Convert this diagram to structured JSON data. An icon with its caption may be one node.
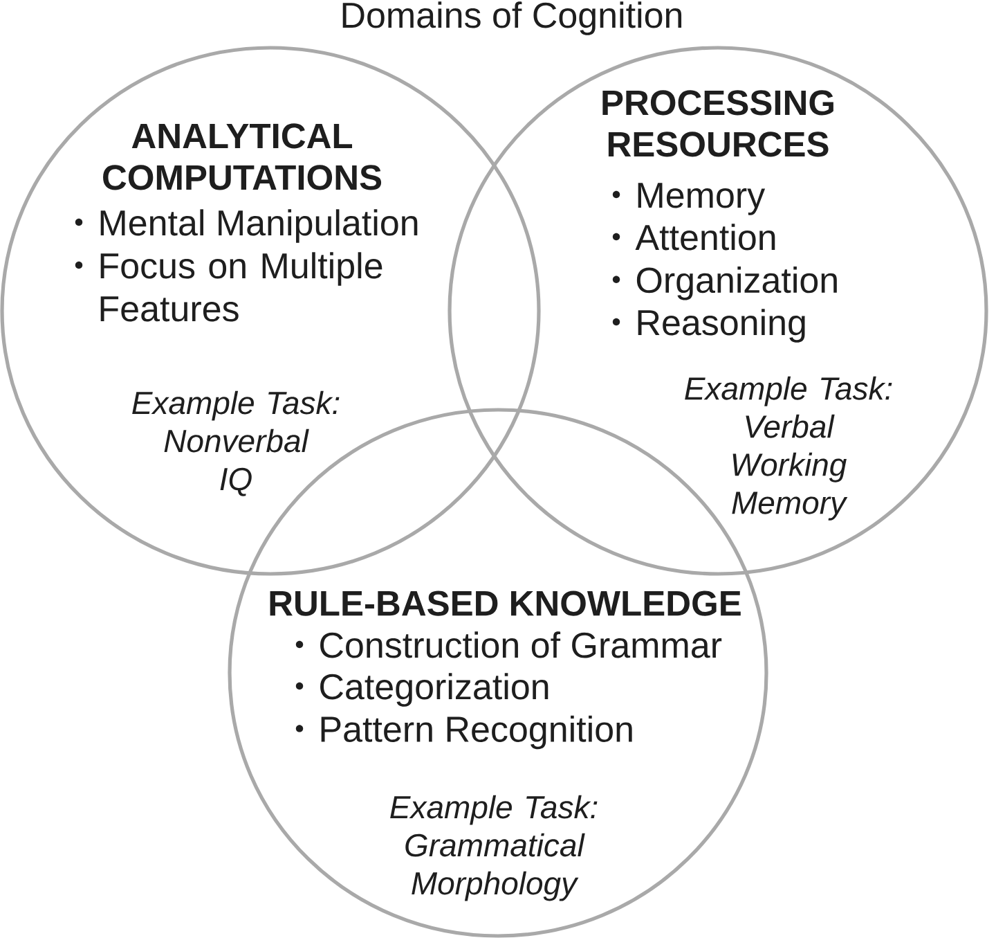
{
  "diagram": {
    "title": "Domains of Cognition",
    "nodes": [
      {
        "text": [
          "ANALYTICAL COMPUTATIONS",
          "Mental Manipulation",
          "Focus on Multiple Features",
          "Example Task: Nonverbal IQ"
        ]
      },
      {
        "text": [
          "PROCESSING RESOURCES",
          "Memory",
          "Attention",
          "Organization",
          "Reasoning",
          "Example Task: Verbal Working Memory"
        ]
      },
      {
        "text": [
          "RULE-BASED KNOWLEDGE",
          "Construction of Grammar",
          "Categorization",
          "Pattern Recognition",
          "Example Task: Grammatical Morphology"
        ]
      }
    ]
  }
}
